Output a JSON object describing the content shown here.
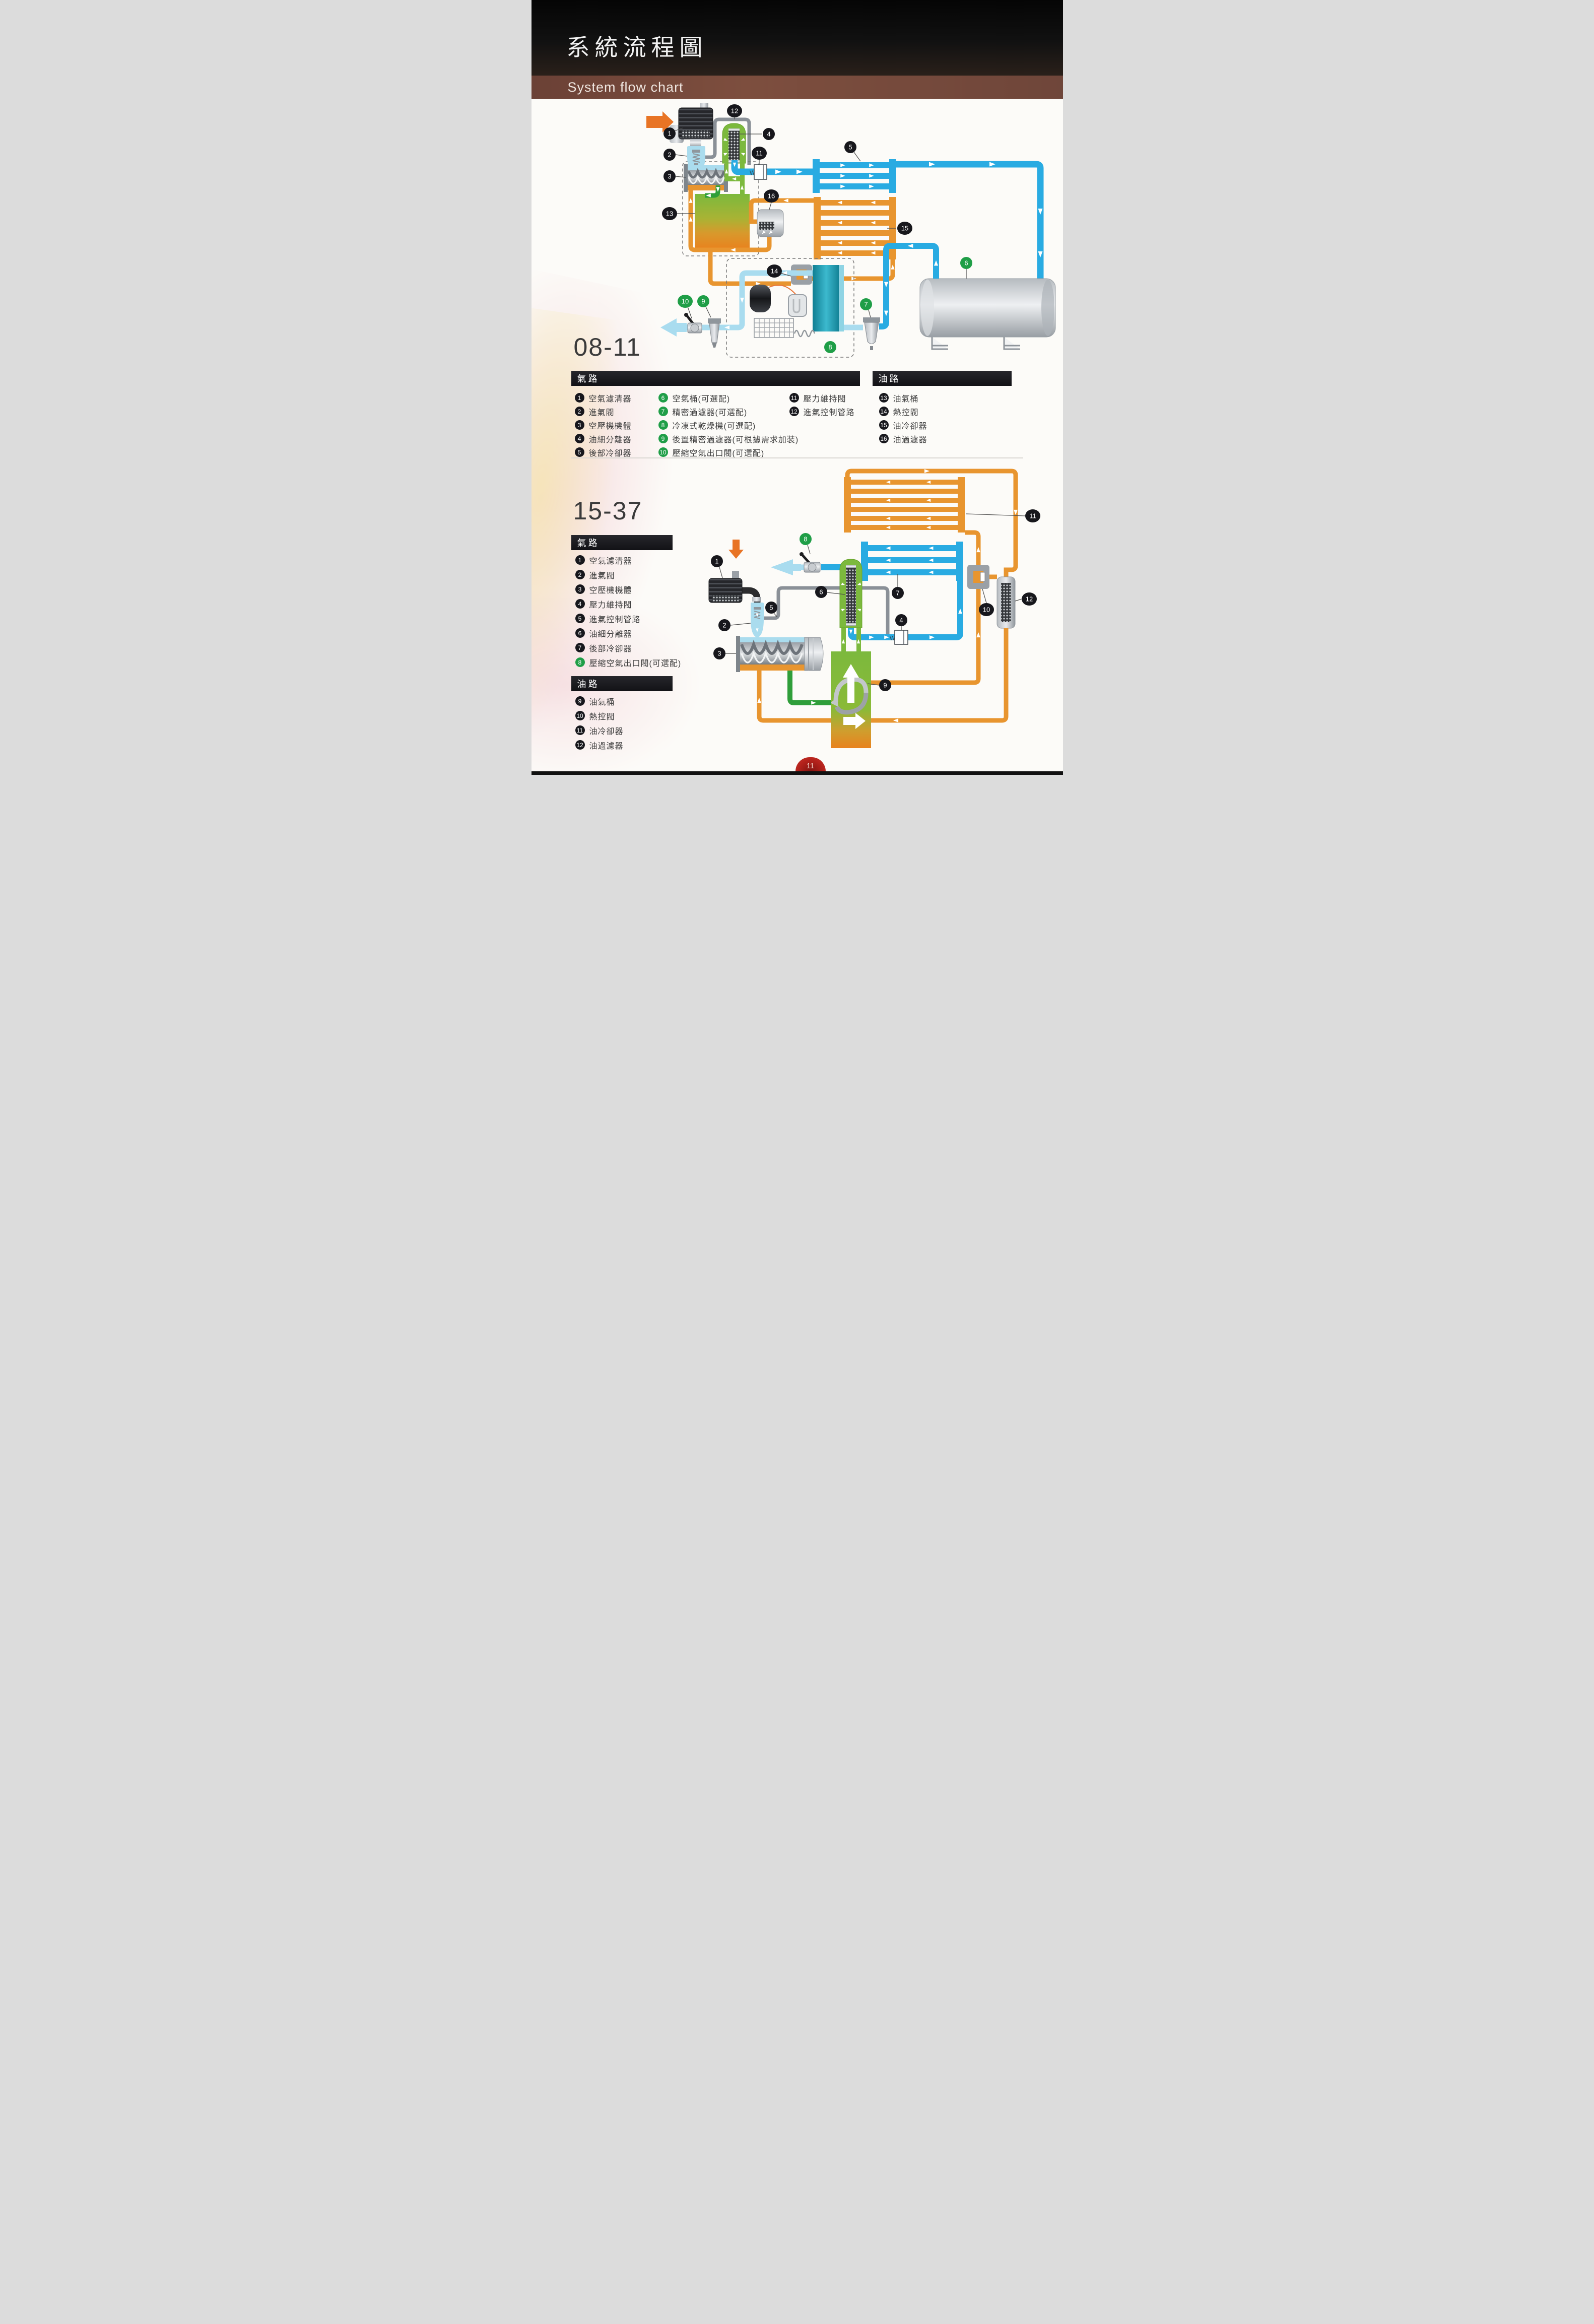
{
  "header": {
    "title_zh": "系統流程圖",
    "title_en": "System flow chart"
  },
  "page": {
    "number": "11"
  },
  "symbols": {
    "w": "W"
  },
  "colors": {
    "air_pipe": "#29abe2",
    "air_pipe_light": "#a9dcef",
    "oil_pipe": "#e8952f",
    "inlet_arrow": "#e87425",
    "vessel_green": "#7cb93d",
    "scavenge_green": "#2f9e3a",
    "callout_black": "#17171c",
    "callout_green": "#1f9e47",
    "header_brown": "#7d4e3e",
    "page_tab_red": "#b5221c"
  },
  "s1": {
    "id": "08-11",
    "air_title": "氣路",
    "oil_title": "油路",
    "air": [
      {
        "n": "1",
        "t": "空氣濾清器"
      },
      {
        "n": "2",
        "t": "進氣閥"
      },
      {
        "n": "3",
        "t": "空壓機機體"
      },
      {
        "n": "4",
        "t": "油細分離器"
      },
      {
        "n": "5",
        "t": "後部冷卻器"
      },
      {
        "n": "6",
        "t": "空氣桶(可選配)"
      },
      {
        "n": "7",
        "t": "精密過濾器(可選配)"
      },
      {
        "n": "8",
        "t": "冷凍式乾燥機(可選配)"
      },
      {
        "n": "9",
        "t": "後置精密過濾器(可根據需求加裝)"
      },
      {
        "n": "10",
        "t": "壓縮空氣出口閥(可選配)"
      },
      {
        "n": "11",
        "t": "壓力維持閥"
      },
      {
        "n": "12",
        "t": "進氣控制管路"
      }
    ],
    "oil": [
      {
        "n": "13",
        "t": "油氣桶"
      },
      {
        "n": "14",
        "t": "熱控閥"
      },
      {
        "n": "15",
        "t": "油冷卻器"
      },
      {
        "n": "16",
        "t": "油過濾器"
      }
    ]
  },
  "s2": {
    "id": "15-37",
    "air_title": "氣路",
    "oil_title": "油路",
    "air": [
      {
        "n": "1",
        "t": "空氣濾清器"
      },
      {
        "n": "2",
        "t": "進氣閥"
      },
      {
        "n": "3",
        "t": "空壓機機體"
      },
      {
        "n": "4",
        "t": "壓力維持閥"
      },
      {
        "n": "5",
        "t": "進氣控制管路"
      },
      {
        "n": "6",
        "t": "油細分離器"
      },
      {
        "n": "7",
        "t": "後部冷卻器"
      },
      {
        "n": "8",
        "t": "壓縮空氣出口閥(可選配)"
      }
    ],
    "oil": [
      {
        "n": "9",
        "t": "油氣桶"
      },
      {
        "n": "10",
        "t": "熱控閥"
      },
      {
        "n": "11",
        "t": "油冷卻器"
      },
      {
        "n": "12",
        "t": "油過濾器"
      }
    ]
  }
}
